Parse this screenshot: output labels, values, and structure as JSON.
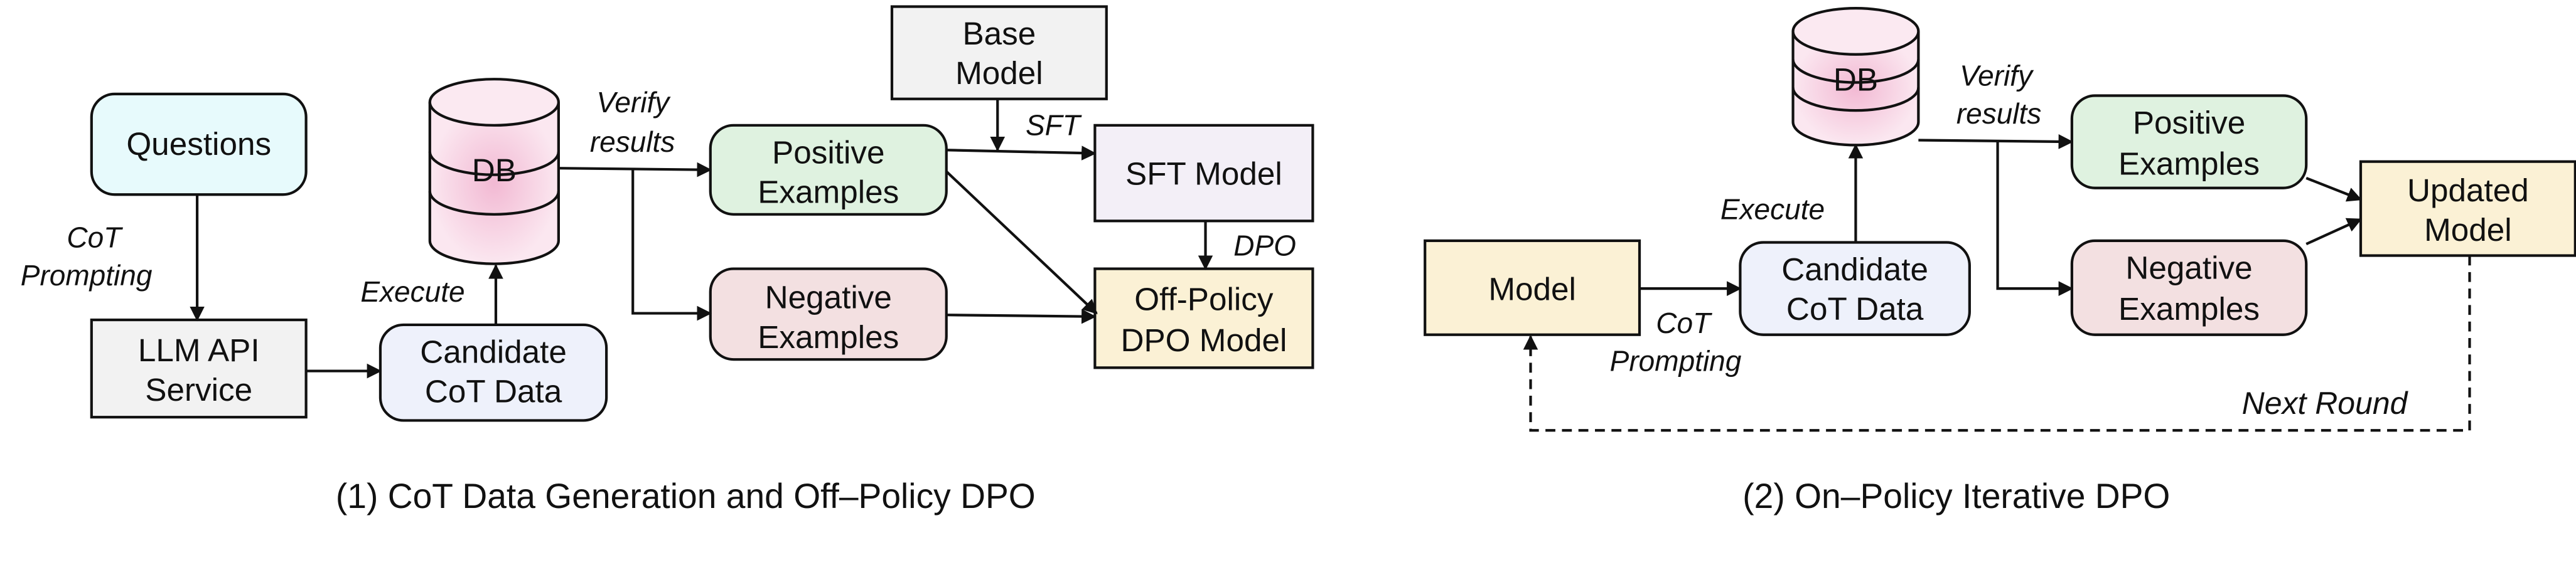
{
  "panel1": {
    "caption": "(1) CoT Data Generation and Off–Policy DPO",
    "questions": "Questions",
    "llm_api": [
      "LLM API",
      "Service"
    ],
    "candidate": [
      "Candidate",
      "CoT Data"
    ],
    "db": "DB",
    "positive": [
      "Positive",
      "Examples"
    ],
    "negative": [
      "Negative",
      "Examples"
    ],
    "base_model": [
      "Base",
      "Model"
    ],
    "sft_model": "SFT Model",
    "off_policy": [
      "Off-Policy",
      "DPO Model"
    ],
    "labels": {
      "cot_prompting": [
        "CoT",
        "Prompting"
      ],
      "execute": "Execute",
      "verify": [
        "Verify",
        "results"
      ],
      "sft": "SFT",
      "dpo": "DPO"
    }
  },
  "panel2": {
    "caption": "(2) On–Policy Iterative DPO",
    "model": "Model",
    "candidate": [
      "Candidate",
      "CoT Data"
    ],
    "db": "DB",
    "positive": [
      "Positive",
      "Examples"
    ],
    "negative": [
      "Negative",
      "Examples"
    ],
    "updated": [
      "Updated",
      "Model"
    ],
    "labels": {
      "cot_prompting": [
        "CoT",
        "Prompting"
      ],
      "execute": "Execute",
      "verify": [
        "Verify",
        "results"
      ],
      "next_round": "Next Round"
    }
  },
  "colors": {
    "questions": "#e7fafc",
    "gray": "#f2f2f2",
    "candidate": "#eef1fb",
    "db": "#f7d9e7",
    "positive": "#dff2e0",
    "negative": "#f3e0e1",
    "sft": "#f3eff7",
    "model": "#fbf1d5"
  }
}
